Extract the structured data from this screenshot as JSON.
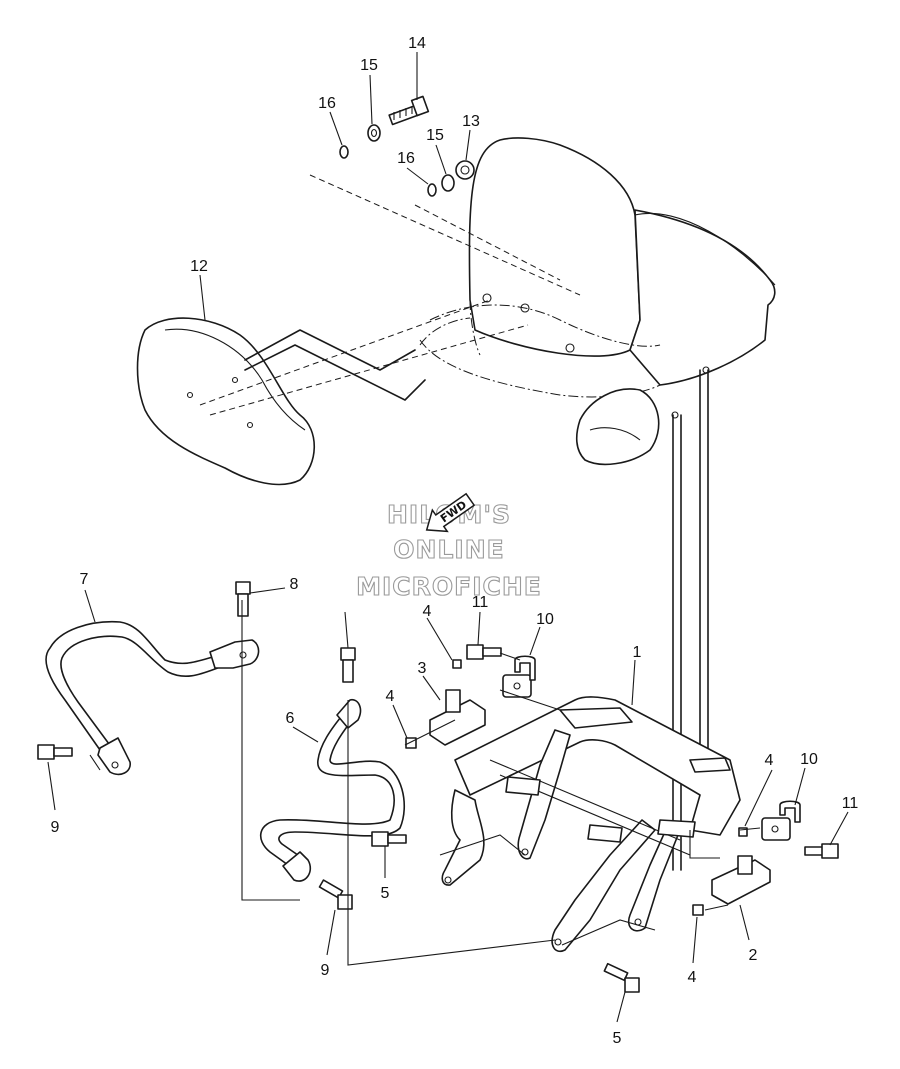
{
  "watermark": {
    "lines": [
      "HILOM'S",
      "ONLINE",
      "MICROFICHE"
    ],
    "arrow_label": "FWD"
  },
  "callouts": [
    {
      "id": "c14",
      "text": "14"
    },
    {
      "id": "c15a",
      "text": "15"
    },
    {
      "id": "c16a",
      "text": "16"
    },
    {
      "id": "c13",
      "text": "13"
    },
    {
      "id": "c15b",
      "text": "15"
    },
    {
      "id": "c16b",
      "text": "16"
    },
    {
      "id": "c12",
      "text": "12"
    },
    {
      "id": "c7",
      "text": "7"
    },
    {
      "id": "c8",
      "text": "8"
    },
    {
      "id": "c11a",
      "text": "11"
    },
    {
      "id": "c10a",
      "text": "10"
    },
    {
      "id": "c4a",
      "text": "4"
    },
    {
      "id": "c3",
      "text": "3"
    },
    {
      "id": "c4b",
      "text": "4"
    },
    {
      "id": "c1",
      "text": "1"
    },
    {
      "id": "c6",
      "text": "6"
    },
    {
      "id": "c9a",
      "text": "9"
    },
    {
      "id": "c4c",
      "text": "4"
    },
    {
      "id": "c10b",
      "text": "10"
    },
    {
      "id": "c11b",
      "text": "11"
    },
    {
      "id": "c5a",
      "text": "5"
    },
    {
      "id": "c9b",
      "text": "9"
    },
    {
      "id": "c2",
      "text": "2"
    },
    {
      "id": "c4d",
      "text": "4"
    },
    {
      "id": "c5b",
      "text": "5"
    }
  ]
}
